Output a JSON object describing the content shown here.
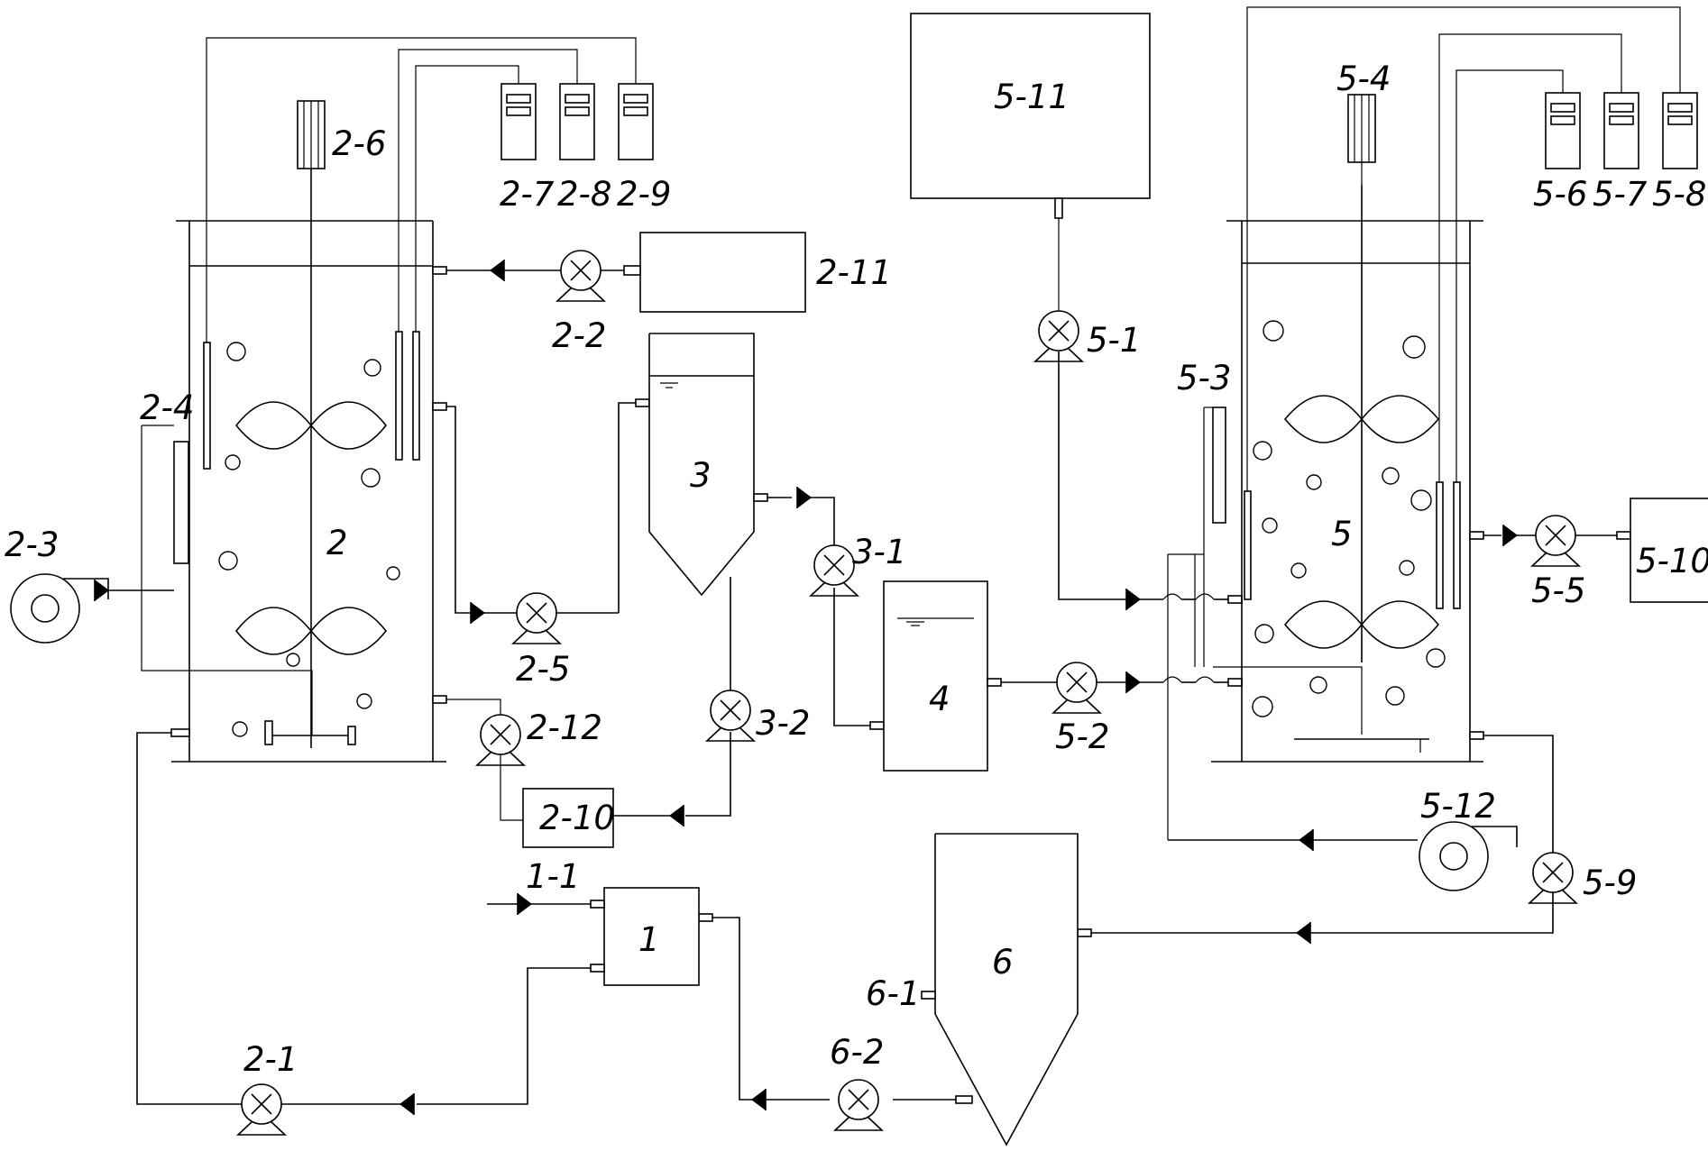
{
  "diagram": {
    "labels": {
      "l1": "1",
      "l1_1": "1-1",
      "l2": "2",
      "l2_1": "2-1",
      "l2_2": "2-2",
      "l2_3": "2-3",
      "l2_4": "2-4",
      "l2_5": "2-5",
      "l2_6": "2-6",
      "l2_7": "2-7",
      "l2_8": "2-8",
      "l2_9": "2-9",
      "l2_10": "2-10",
      "l2_11": "2-11",
      "l2_12": "2-12",
      "l3": "3",
      "l3_1": "3-1",
      "l3_2": "3-2",
      "l4": "4",
      "l5": "5",
      "l5_1": "5-1",
      "l5_2": "5-2",
      "l5_3": "5-3",
      "l5_4": "5-4",
      "l5_5": "5-5",
      "l5_6": "5-6",
      "l5_7": "5-7",
      "l5_8": "5-8",
      "l5_9": "5-9",
      "l5_10": "5-10",
      "l5_11": "5-11",
      "l5_12": "5-12",
      "l6": "6",
      "l6_1": "6-1",
      "l6_2": "6-2"
    }
  }
}
